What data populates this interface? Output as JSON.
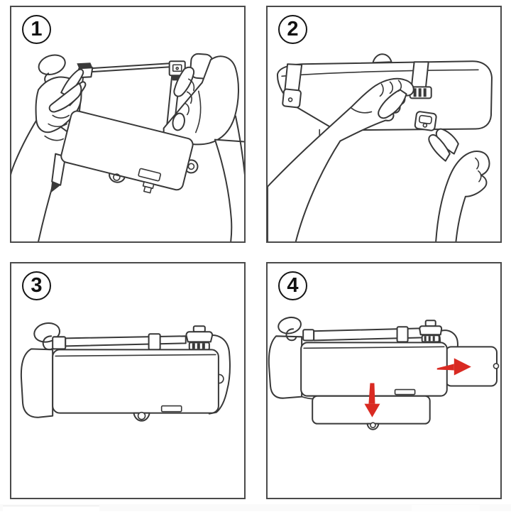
{
  "document": {
    "type": "instruction-diagram",
    "subject": "car-sun-visor-extender-installation",
    "background_color": "#ffffff"
  },
  "style": {
    "panel_border_color": "#4a4a4a",
    "line_art_color": "#383838",
    "accent_arrow_color": "#d92a22",
    "step_badge_border_color": "#161616"
  },
  "steps": [
    {
      "number": "1",
      "illustration": "hands-pulling-two-straps-attached-to-extender-panel"
    },
    {
      "number": "2",
      "illustration": "hands-fastening-strap-buckle-around-sun-visor"
    },
    {
      "number": "3",
      "illustration": "extender-panel-mounted-on-sun-visor"
    },
    {
      "number": "4",
      "illustration": "side-extension-slides-right-and-shade-pulls-down",
      "arrows": [
        {
          "direction": "right",
          "color": "#d92a22"
        },
        {
          "direction": "down",
          "color": "#d92a22"
        }
      ]
    }
  ]
}
